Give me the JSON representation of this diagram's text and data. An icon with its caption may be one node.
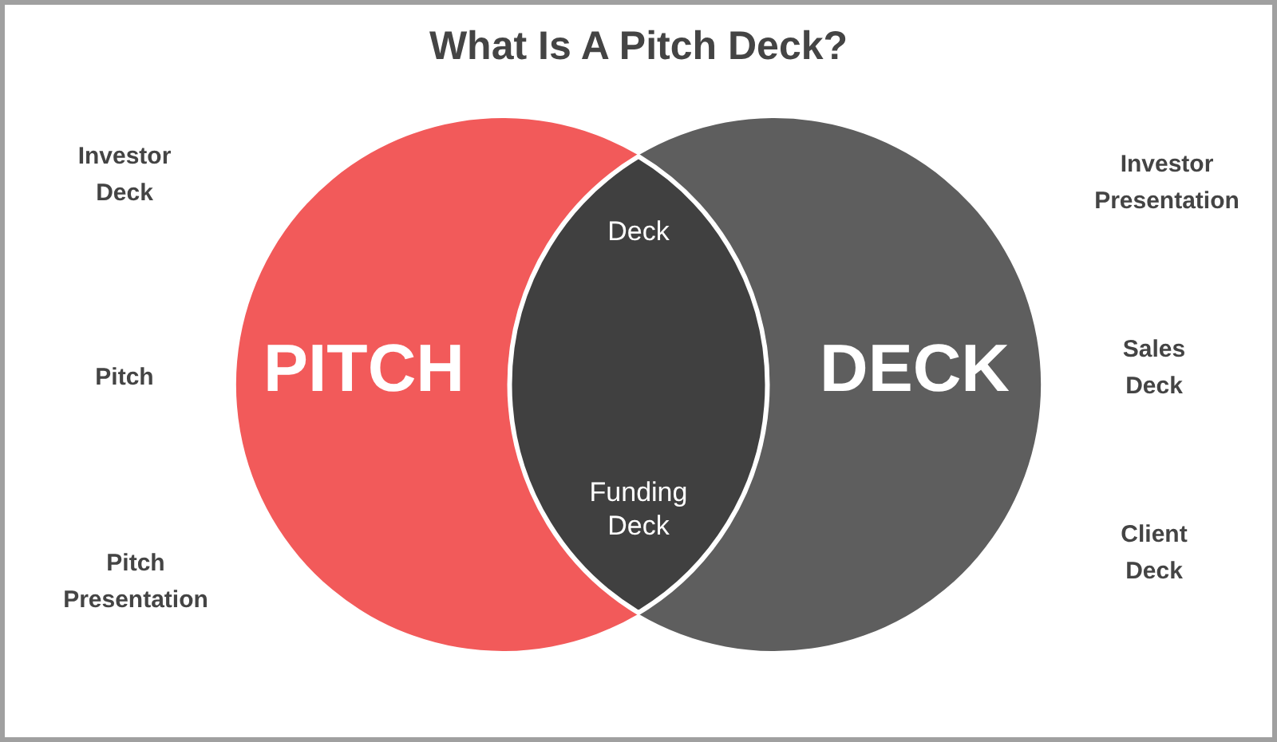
{
  "diagram": {
    "title": "What Is A Pitch Deck?",
    "nodes": [
      {
        "text": [
          "PITCH"
        ]
      },
      {
        "text": [
          "DECK"
        ]
      },
      {
        "text": [
          "Deck",
          "Funding Deck"
        ]
      }
    ],
    "labels": [
      "Investor Deck",
      "Investor Presentation",
      "Pitch",
      "Sales Deck",
      "Pitch Presentation",
      "Client Deck"
    ]
  }
}
